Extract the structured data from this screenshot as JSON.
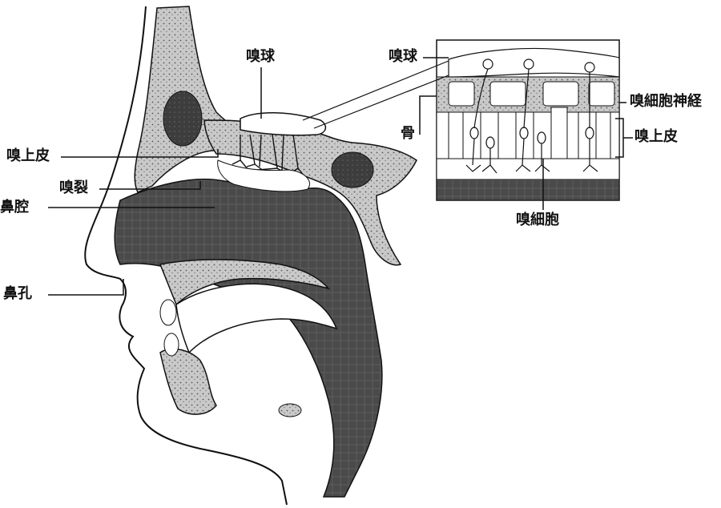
{
  "diagram": {
    "labels": {
      "olfactory_bulb": "嗅球",
      "olfactory_epithelium": "嗅上皮",
      "olfactory_cleft": "嗅裂",
      "nasal_cavity": "鼻腔",
      "nostril": "鼻孔",
      "inset_olfactory_bulb": "嗅球",
      "bone": "骨",
      "olfactory_nerve": "嗅細胞神経",
      "inset_olfactory_epithelium": "嗅上皮",
      "olfactory_cell": "嗅細胞"
    }
  }
}
